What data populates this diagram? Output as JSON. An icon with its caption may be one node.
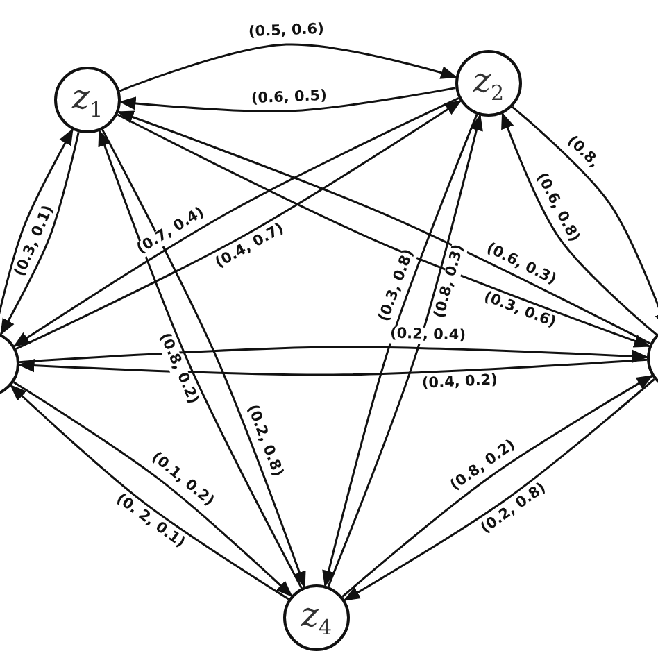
{
  "diagram": {
    "nodes": [
      {
        "text": [
          "z$_{1}$"
        ]
      },
      {
        "text": [
          "z$_{2}$"
        ]
      },
      {
        "text": [],
        "shape": "circle"
      },
      {
        "text": [],
        "shape": "circle"
      },
      {
        "text": [
          "z$_{4}$"
        ]
      }
    ],
    "edges": [
      {
        "from": 0,
        "to": 1,
        "arrow": "to",
        "label": "(0.5, 0.6)"
      },
      {
        "from": 1,
        "to": 0,
        "arrow": "to",
        "label": "(0.6, 0.5)"
      },
      {
        "from": 0,
        "to": 2,
        "arrow": "to",
        "label": "(0.3, 0.1)"
      },
      {
        "from": 2,
        "to": 0,
        "arrow": "to"
      },
      {
        "from": 0,
        "to": 4,
        "arrow": "to",
        "label": "(0.2, 0.8)"
      },
      {
        "from": 4,
        "to": 0,
        "arrow": "to",
        "label": "(0.8, 0.2)"
      },
      {
        "from": 0,
        "to": 3,
        "arrow": "to",
        "label": "(0.3, 0.6)"
      },
      {
        "from": 3,
        "to": 0,
        "arrow": "to",
        "label": "(0.6, 0.3)"
      },
      {
        "from": 1,
        "to": 2,
        "arrow": "to",
        "label": "(0.7, 0.4)"
      },
      {
        "from": 2,
        "to": 1,
        "arrow": "to",
        "label": "(0.4, 0.7)"
      },
      {
        "from": 1,
        "to": 4,
        "arrow": "to",
        "label": "(0.3, 0.8)"
      },
      {
        "from": 4,
        "to": 1,
        "arrow": "to",
        "label": "(0.8, 0.3)"
      },
      {
        "from": 1,
        "to": 3,
        "arrow": "to",
        "label": "(0.8,"
      },
      {
        "from": 3,
        "to": 1,
        "arrow": "to",
        "label": "(0.6, 0.8)"
      },
      {
        "from": 2,
        "to": 3,
        "arrow": "to",
        "label": "(0.2, 0.4)"
      },
      {
        "from": 3,
        "to": 2,
        "arrow": "to",
        "label": "(0.4, 0.2)"
      },
      {
        "from": 4,
        "to": 3,
        "arrow": "to",
        "label": "(0.8, 0.2)"
      },
      {
        "from": 3,
        "to": 4,
        "arrow": "to",
        "label": "(0.2, 0.8)"
      },
      {
        "from": 2,
        "to": 4,
        "arrow": "to",
        "label": "(0.1, 0.2)"
      },
      {
        "from": 4,
        "to": 2,
        "arrow": "to",
        "label": "(0. 2, 0.1)"
      }
    ]
  }
}
